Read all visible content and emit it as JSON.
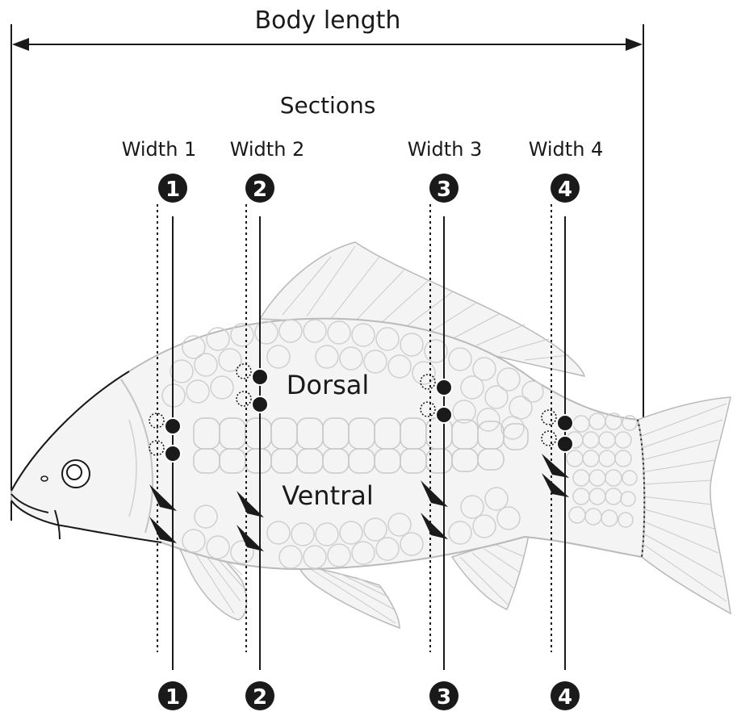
{
  "title": "Body length",
  "sections_label": "Sections",
  "regions": {
    "dorsal": "Dorsal",
    "ventral": "Ventral"
  },
  "sections": [
    {
      "id": "1",
      "width_label": "Width 1"
    },
    {
      "id": "2",
      "width_label": "Width 2"
    },
    {
      "id": "3",
      "width_label": "Width 3"
    },
    {
      "id": "4",
      "width_label": "Width 4"
    }
  ],
  "colors": {
    "ink": "#1a1a1a",
    "fish_fill": "#f4f4f4",
    "fish_line": "#b9b9b9",
    "fin_line": "#c4c4c4"
  }
}
